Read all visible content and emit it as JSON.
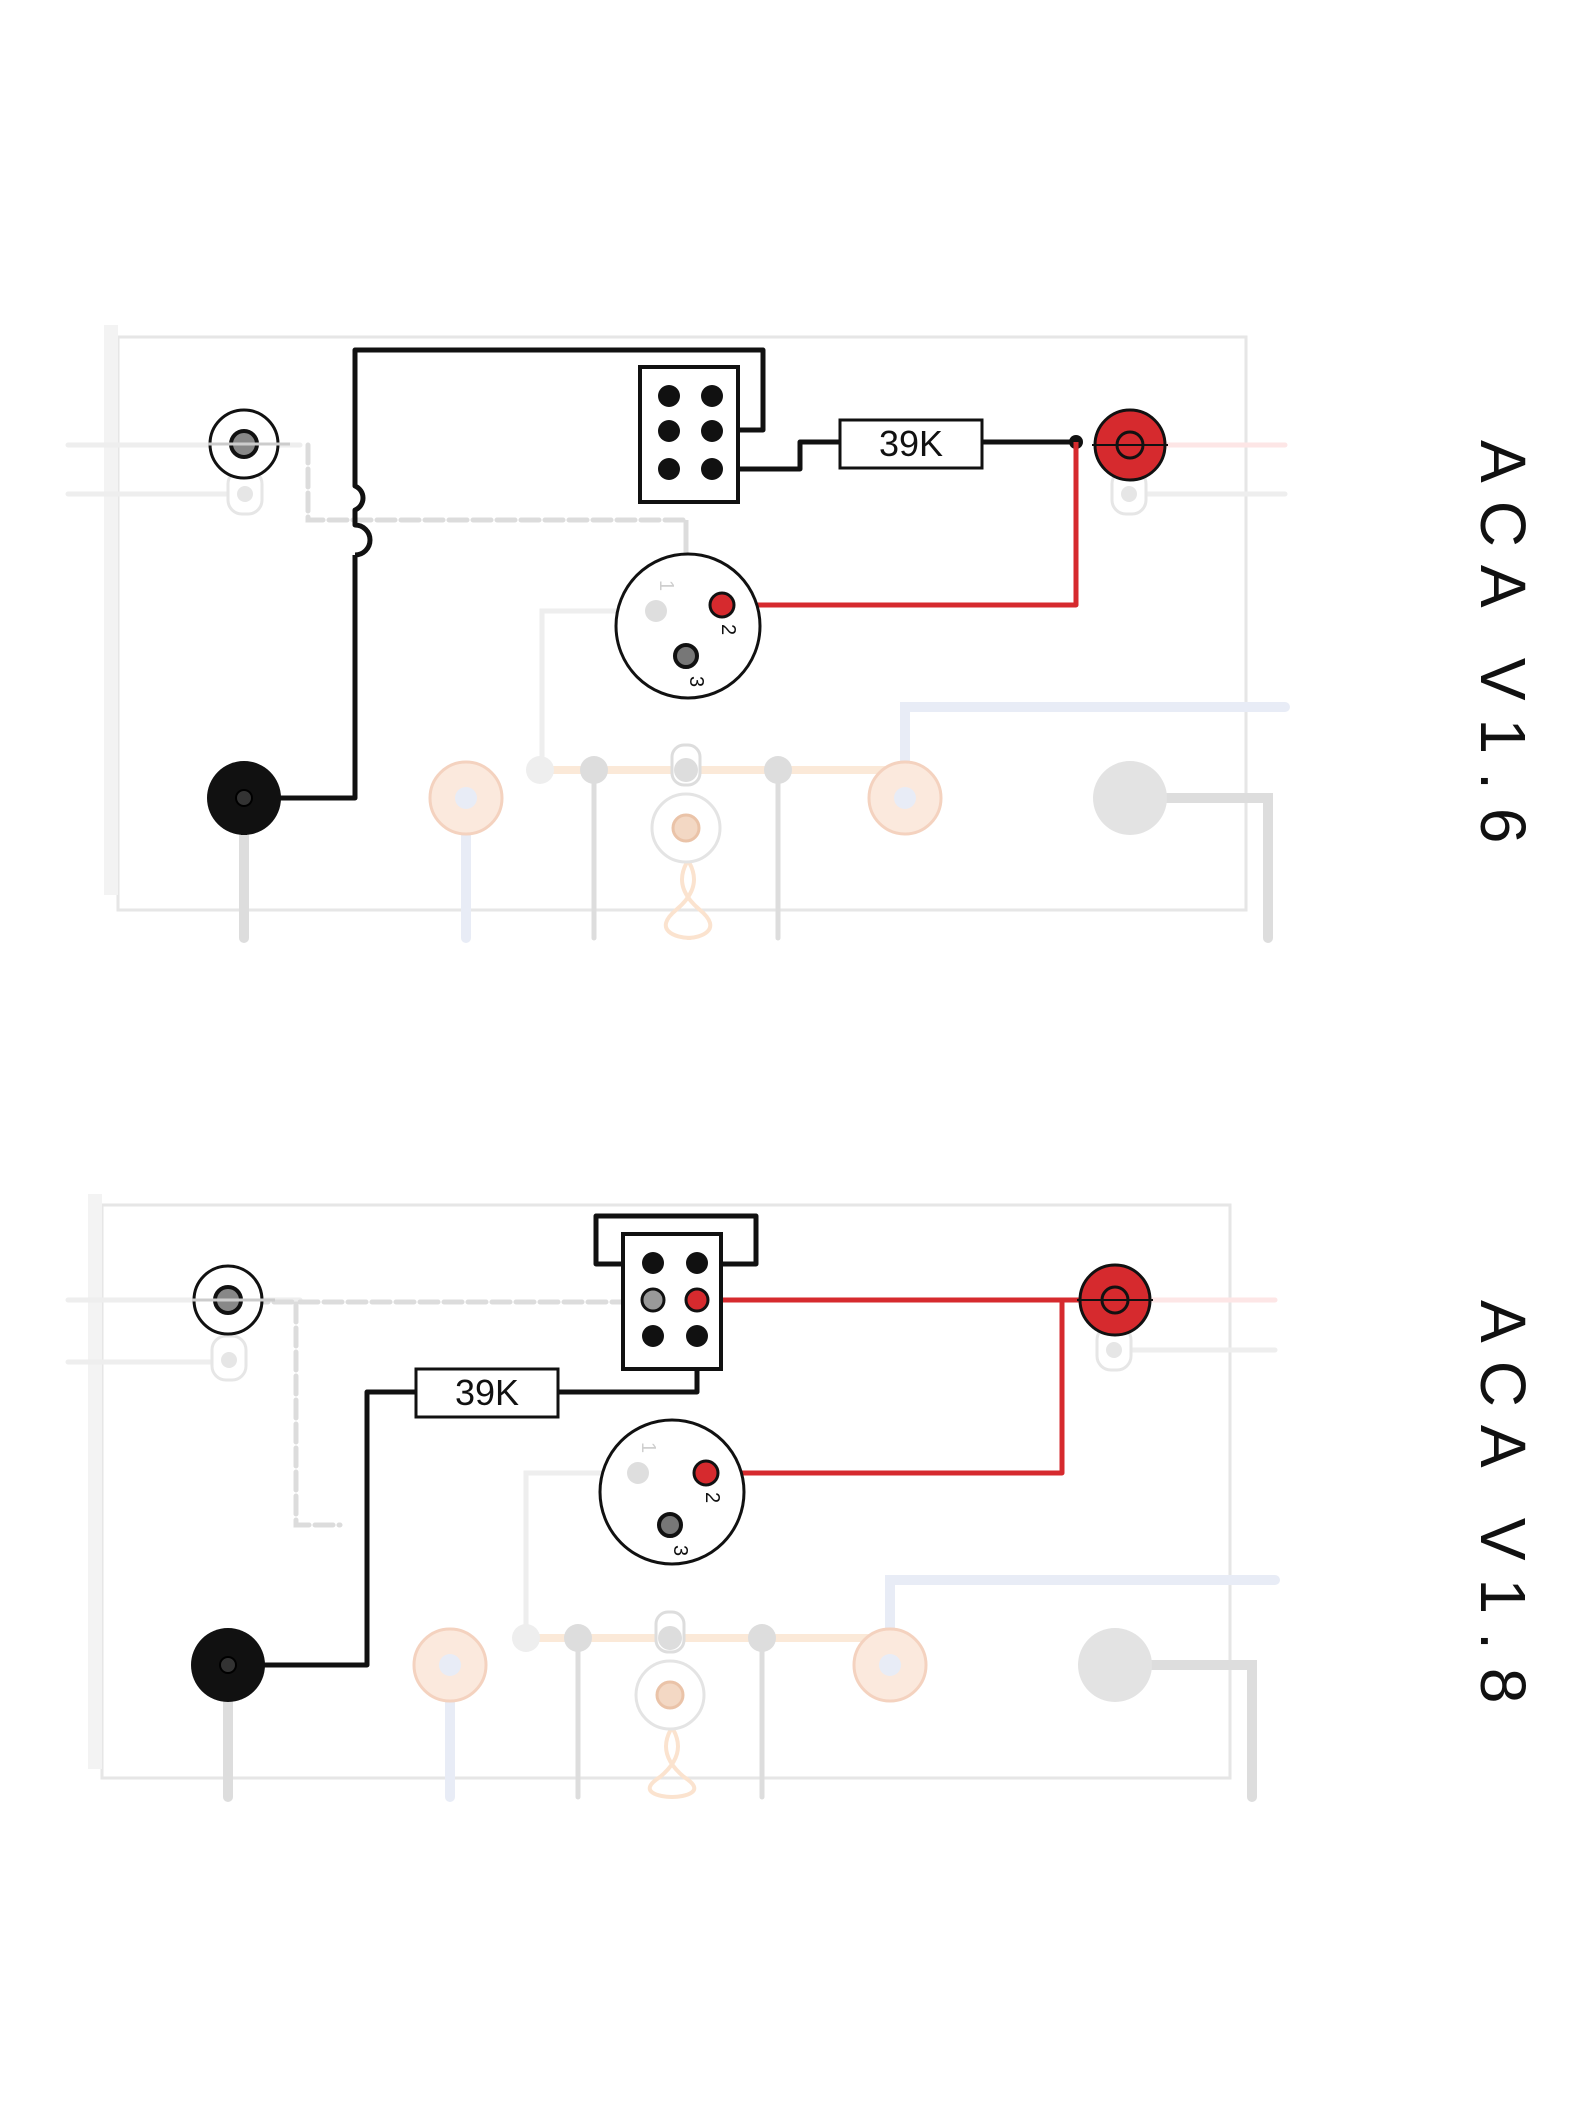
{
  "diagrams": [
    {
      "title": "ACA V1.6",
      "resistor_label": "39K",
      "pin_labels": [
        "1",
        "2",
        "3"
      ]
    },
    {
      "title": "ACA V1.8",
      "resistor_label": "39K",
      "pin_labels": [
        "1",
        "2",
        "3"
      ]
    }
  ],
  "colors": {
    "black": "#111111",
    "red": "#d62a2e",
    "faded_gray": "#dedede",
    "faded_orange": "#fbe6d6",
    "faded_blue": "#e8ecf6"
  }
}
